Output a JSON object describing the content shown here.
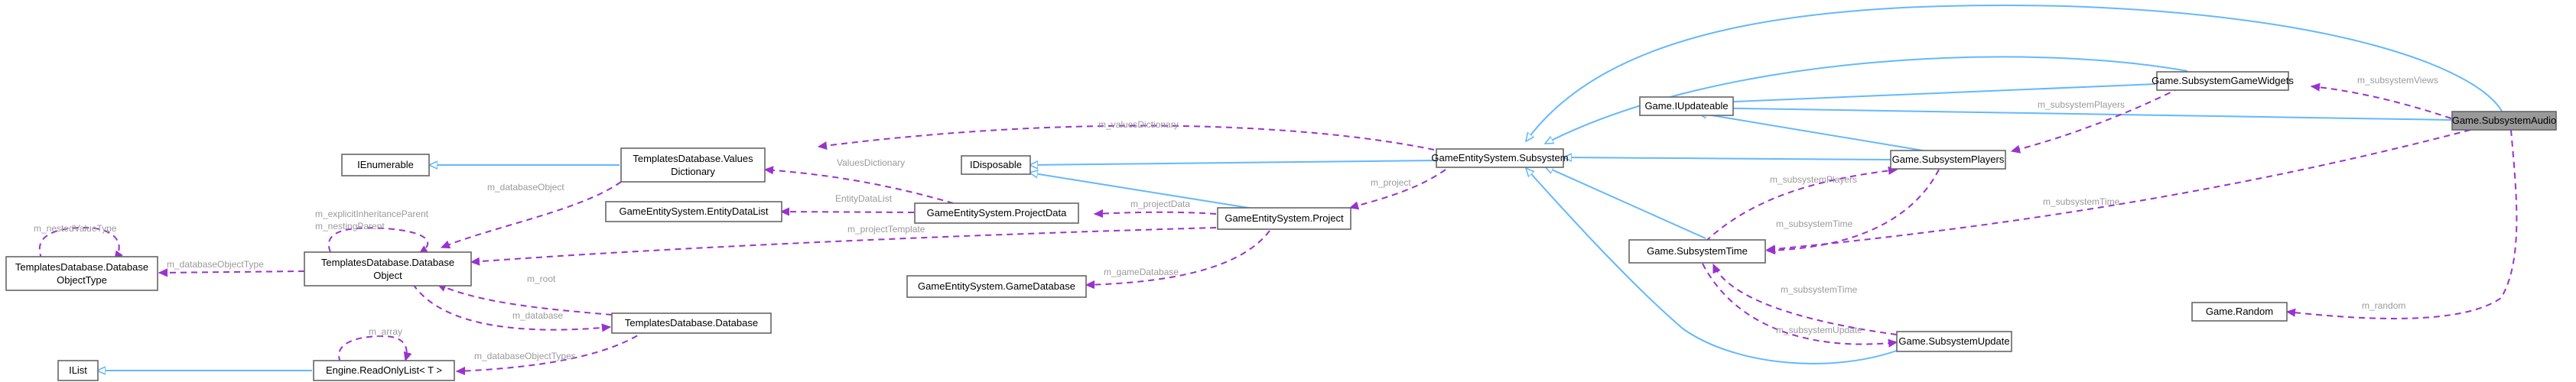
{
  "diagram": {
    "nodes": {
      "subsystem_audio": "Game.SubsystemAudio",
      "subsystem_game_widgets": "Game.SubsystemGameWidgets",
      "iupdateable": "Game.IUpdateable",
      "subsystem_players": "Game.SubsystemPlayers",
      "subsystem": "GameEntitySystem.Subsystem",
      "idisposable": "IDisposable",
      "subsystem_time": "Game.SubsystemTime",
      "subsystem_update": "Game.SubsystemUpdate",
      "random": "Game.Random",
      "project": "GameEntitySystem.Project",
      "project_data": "GameEntitySystem.ProjectData",
      "entity_data_list": "GameEntitySystem.EntityDataList",
      "game_database": "GameEntitySystem.GameDatabase",
      "values_dictionary": [
        "TemplatesDatabase.Values",
        "Dictionary"
      ],
      "ienumerable": "IEnumerable",
      "database_object": [
        "TemplatesDatabase.Database",
        "Object"
      ],
      "database_object_type": [
        "TemplatesDatabase.Database",
        "ObjectType"
      ],
      "database": "TemplatesDatabase.Database",
      "readonly_list": "Engine.ReadOnlyList< T >",
      "ilist": "IList"
    },
    "edge_labels": {
      "m_subsystemViews": "m_subsystemViews",
      "m_subsystemPlayers_widgets": "m_subsystemPlayers",
      "m_subsystemTime_audio": "m_subsystemTime",
      "m_random": "m_random",
      "m_valuesDictionary": "m_valuesDictionary",
      "m_project": "m_project",
      "m_subsystemPlayers_time": "m_subsystemPlayers",
      "m_subsystemTime_players": "m_subsystemTime",
      "m_subsystemTime_update": "m_subsystemTime",
      "m_subsystemUpdate": "m_subsystemUpdate",
      "m_projectData": "m_projectData",
      "m_projectTemplate": "m_projectTemplate",
      "m_gameDatabase": "m_gameDatabase",
      "valuesDictionary": "ValuesDictionary",
      "entityDataList": "EntityDataList",
      "m_databaseObject": "m_databaseObject",
      "m_explicitInheritanceParent": "m_explicitInheritanceParent",
      "m_nestingParent": "m_nestingParent",
      "m_databaseObjectType": "m_databaseObjectType",
      "m_nestedValueType": "m_nestedValueType",
      "m_root": "m_root",
      "m_database": "m_database",
      "m_databaseObjectTypes": "m_databaseObjectTypes",
      "m_array": "m_array"
    },
    "colors": {
      "inheritance": "#63b8ff",
      "usage": "#9a32cd",
      "focus_node": "#999999",
      "edge_label": "#9a9a9a"
    }
  }
}
